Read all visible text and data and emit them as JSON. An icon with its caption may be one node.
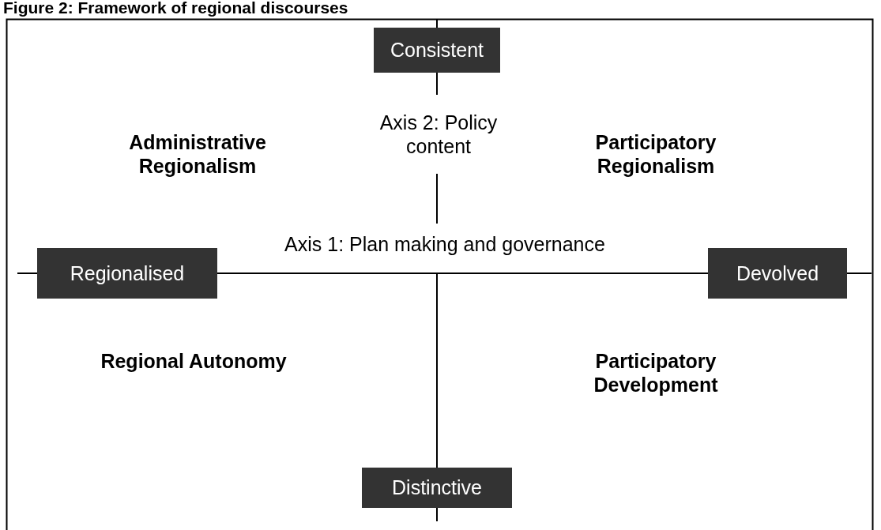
{
  "diagram": {
    "title": "Figure 2: Framework of regional discourses",
    "nodes": [
      {
        "text": [
          "Consistent"
        ]
      },
      {
        "text": [
          "Regionalised"
        ]
      },
      {
        "text": [
          "Devolved"
        ]
      },
      {
        "text": [
          "Distinctive"
        ]
      }
    ],
    "labels": [
      "Axis 2: Policy content",
      "Administrative Regionalism",
      "Participatory Regionalism",
      "Axis 1: Plan making and governance",
      "Regional Autonomy",
      "Participatory Development"
    ]
  }
}
